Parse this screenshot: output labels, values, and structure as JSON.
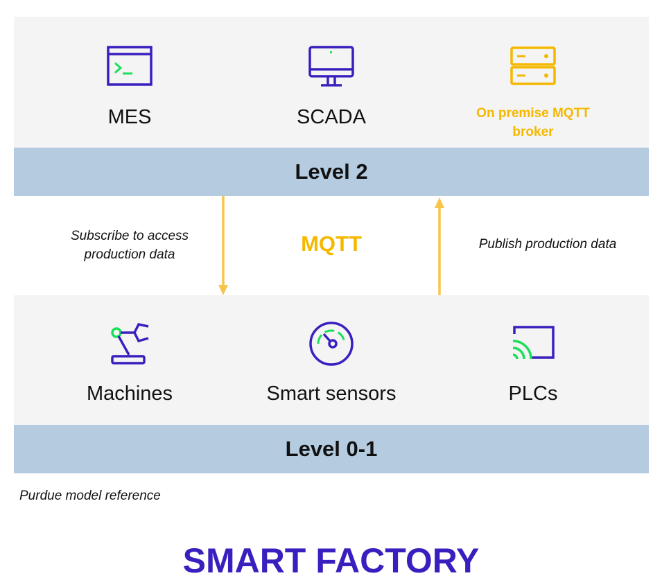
{
  "colors": {
    "purple": "#3a1fbf",
    "yellow": "#f5b800",
    "green": "#19e05a",
    "band": "#b4cbe0",
    "panel": "#f4f4f4"
  },
  "level2": {
    "band_label": "Level 2",
    "nodes": [
      {
        "label": "MES",
        "icon": "terminal-window-icon"
      },
      {
        "label": "SCADA",
        "icon": "monitor-icon"
      },
      {
        "label": "On premise MQTT broker",
        "icon": "server-icon"
      }
    ]
  },
  "middle": {
    "subscribe_text": "Subscribe to access production data",
    "protocol": "MQTT",
    "publish_text": "Publish production data"
  },
  "level01": {
    "band_label": "Level 0-1",
    "nodes": [
      {
        "label": "Machines",
        "icon": "robot-arm-icon"
      },
      {
        "label": "Smart sensors",
        "icon": "gauge-icon"
      },
      {
        "label": "PLCs",
        "icon": "cast-device-icon"
      }
    ]
  },
  "reference": "Purdue model reference",
  "title": "SMART FACTORY"
}
